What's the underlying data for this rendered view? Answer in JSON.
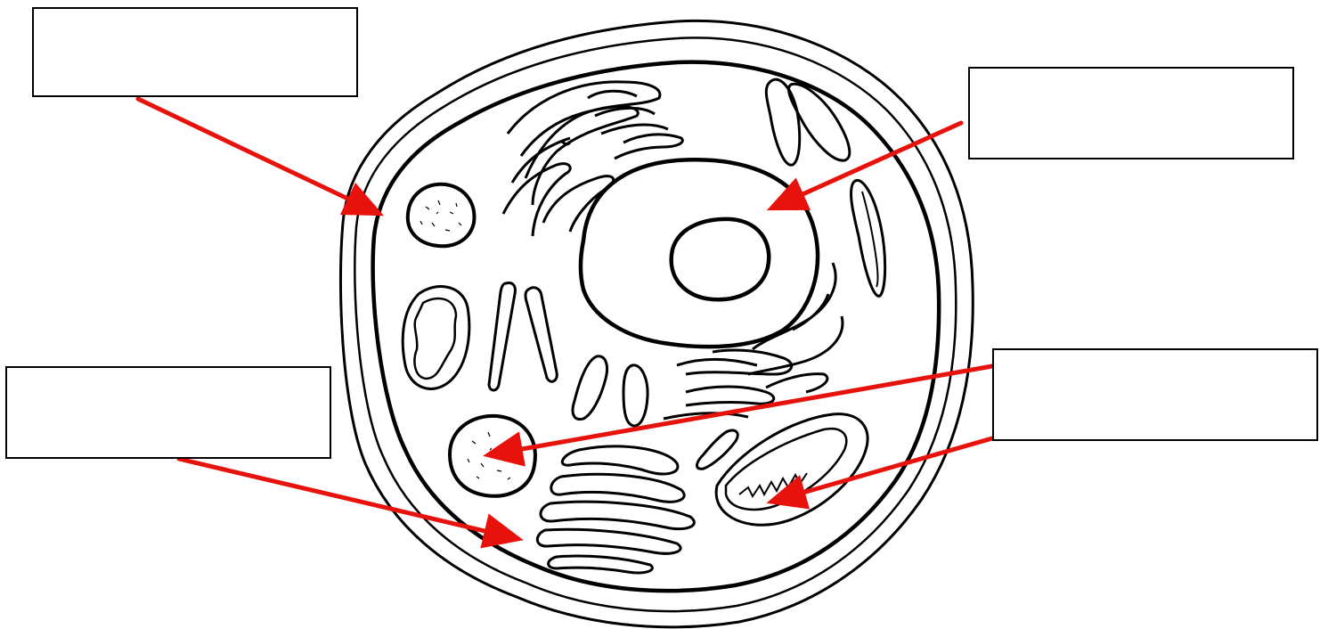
{
  "diagram": {
    "subject": "animal-cell",
    "arrow_color": "#e8120c",
    "outline_color": "#000000",
    "background_color": "#ffffff",
    "label_boxes": [
      {
        "id": "top-left",
        "text": "",
        "points_to": "cell-membrane"
      },
      {
        "id": "top-right",
        "text": "",
        "points_to": "nucleus"
      },
      {
        "id": "bottom-left",
        "text": "",
        "points_to": "cytoplasm"
      },
      {
        "id": "bottom-right",
        "text": "",
        "points_to": [
          "lysosome",
          "mitochondrion"
        ]
      }
    ]
  }
}
